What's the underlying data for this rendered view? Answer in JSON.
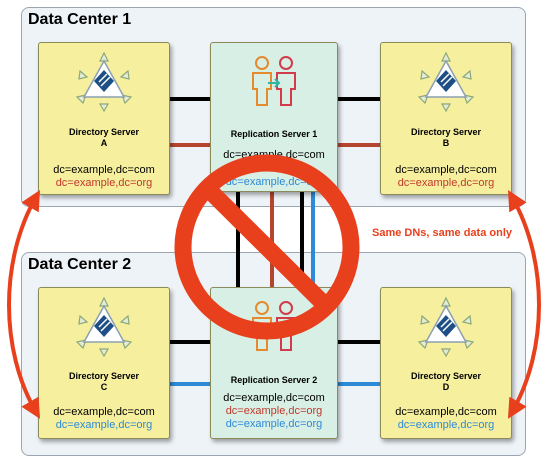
{
  "dc1": {
    "title": "Data Center 1"
  },
  "dc2": {
    "title": "Data Center 2"
  },
  "servers": {
    "A": {
      "label1": "Directory Server",
      "label2": "A",
      "dn1": "dc=example,dc=com",
      "dn2": "dc=example,dc=org"
    },
    "B": {
      "label1": "Directory Server",
      "label2": "B",
      "dn1": "dc=example,dc=com",
      "dn2": "dc=example,dc=org"
    },
    "C": {
      "label1": "Directory Server",
      "label2": "C",
      "dn1": "dc=example,dc=com",
      "dn2": "dc=example,dc=org"
    },
    "D": {
      "label1": "Directory Server",
      "label2": "D",
      "dn1": "dc=example,dc=com",
      "dn2": "dc=example,dc=org"
    },
    "RS1": {
      "label1": "Replication Server 1",
      "dn1": "dc=example,dc=com",
      "dn2": "dc=example,dc=org"
    },
    "RS2": {
      "label1": "Replication Server 2",
      "dn1": "dc=example,dc=com",
      "dn2": "dc=example,dc=org",
      "dn3": "dc=example,dc=org"
    }
  },
  "annotation": {
    "text": "Same DNs, same data only"
  },
  "colors": {
    "com_link": "#000000",
    "org_dc1_link": "#b5452f",
    "org_dc2_link": "#2c8ad6",
    "prohibit": "#e8401c"
  },
  "icons": {
    "directory_server": "directory-server-icon",
    "replication_server": "replication-users-icon",
    "prohibited": "prohibited-sign-icon",
    "double_arrow": "double-arrow-icon"
  }
}
